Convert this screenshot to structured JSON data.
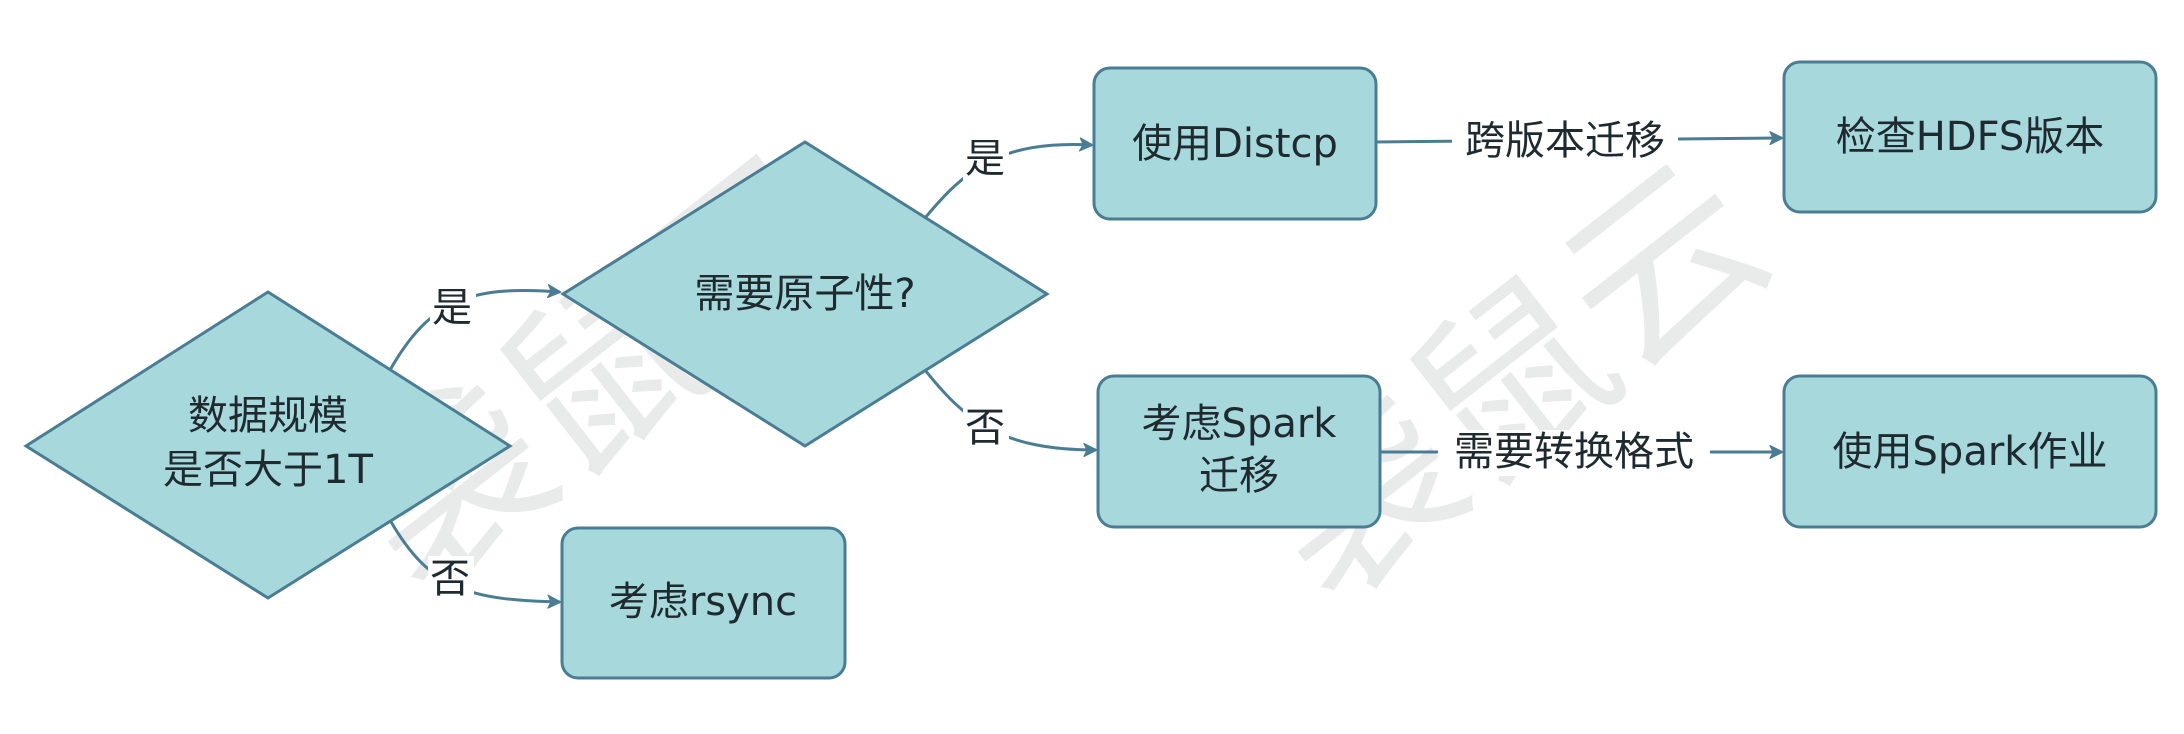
{
  "colors": {
    "node_fill": "#a6d8dc",
    "node_stroke": "#4a7d94",
    "text": "#1f2a30",
    "watermark": "#e9eaea",
    "background": "#ffffff"
  },
  "watermark": {
    "text": "袋鼠云"
  },
  "nodes": {
    "data_scale": {
      "line1": "数据规模",
      "line2": "是否大于1T"
    },
    "need_atomicity": {
      "label": "需要原子性?"
    },
    "consider_rsync": {
      "label": "考虑rsync"
    },
    "use_distcp": {
      "label": "使用Distcp"
    },
    "consider_spark": {
      "line1": "考虑Spark",
      "line2": "迁移"
    },
    "check_hdfs": {
      "label": "检查HDFS版本"
    },
    "use_spark_job": {
      "label": "使用Spark作业"
    }
  },
  "edges": {
    "scale_yes": "是",
    "scale_no": "否",
    "atomic_yes": "是",
    "atomic_no": "否",
    "cross_version": "跨版本迁移",
    "need_convert": "需要转换格式"
  }
}
